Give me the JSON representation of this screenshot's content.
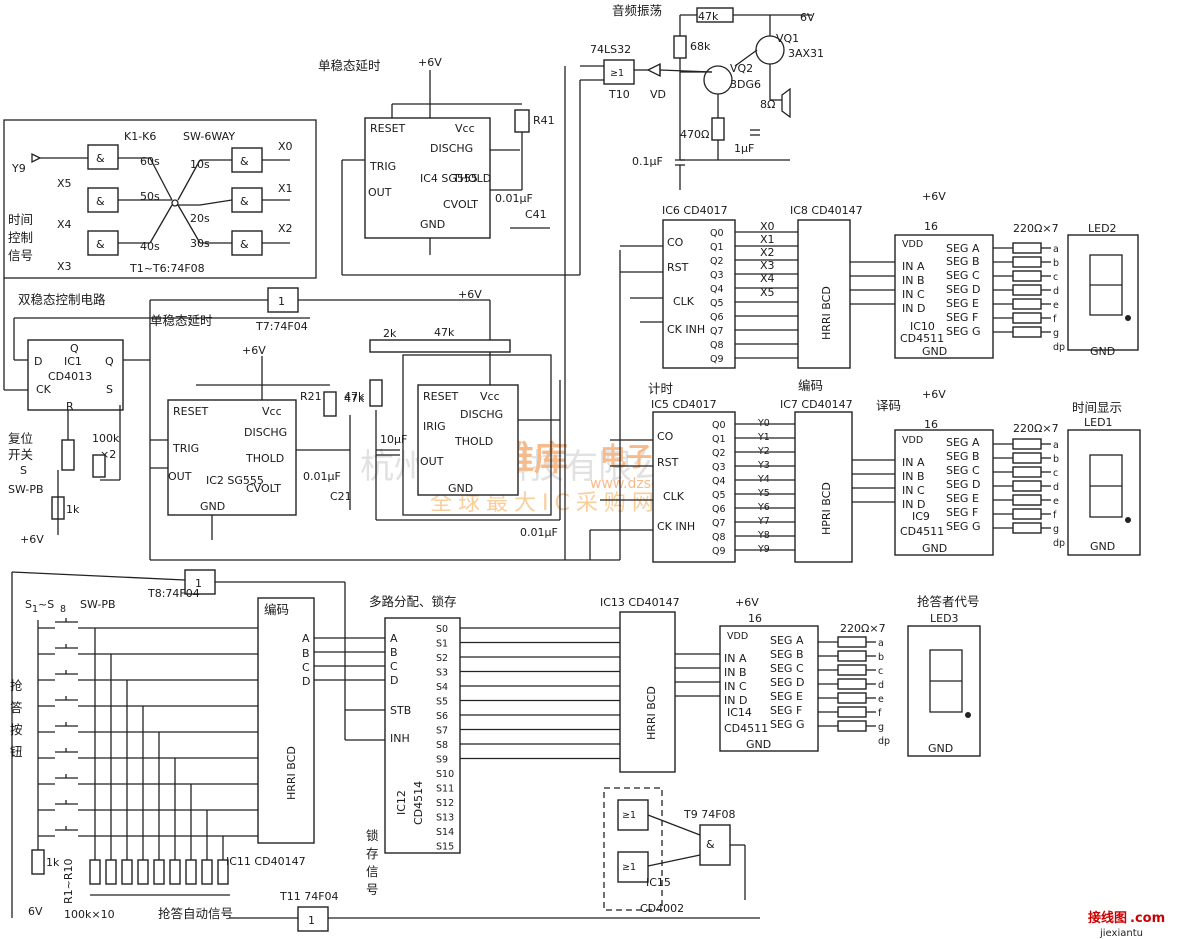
{
  "labels": {
    "audio_osc": "音频振荡",
    "mono_delay_top": "单稳态延时",
    "mono_delay_mid": "单稳态延时",
    "bistable": "双稳态控制电路",
    "time_ctrl": [
      "时间",
      "控制",
      "信号"
    ],
    "reset_sw": [
      "复位",
      "开关",
      "S",
      "SW-PB"
    ],
    "count": "计时",
    "encode": "编码",
    "decode": "译码",
    "time_display": "时间显示",
    "mux_latch": "多路分配、锁存",
    "contest_btns": [
      "抢",
      "答",
      "按",
      "钮"
    ],
    "contestant_code": "抢答者代号",
    "latch_signal": [
      "锁",
      "存",
      "信",
      "号"
    ],
    "auto_signal": "抢答自动信号",
    "s1s8": "S",
    "s1s8_sub": "1",
    "s1s8_mid": "~S",
    "s1s8_sub2": "8",
    "swpb_top": "SW-PB",
    "swpb_bot": "SW-PB",
    "watermark": "杭州将睿科技有限公司",
    "wm_brand": "维库",
    "wm_brand2": "电子市场网",
    "wm_url": "www.dzsc.com",
    "wm_sub": "全球最大IC采购网站",
    "footer_logo": "接线图",
    "footer_url": "jiexiantu",
    "footer_com": ".com"
  },
  "chips": {
    "ic4": {
      "title": "IC4 SG555",
      "pins": [
        "RESET",
        "Vcc",
        "DISCHG",
        "TRIG",
        "THOLD",
        "OUT",
        "CVOLT",
        "GND"
      ]
    },
    "ic2": {
      "title": "IC2 SG555",
      "pins": [
        "RESET",
        "Vcc",
        "DISCHG",
        "TRIG",
        "THOLD",
        "OUT",
        "CVOLT",
        "GND"
      ]
    },
    "ic3": {
      "pins": [
        "RESET",
        "Vcc",
        "DISCHG",
        "IRIG",
        "THOLD",
        "OUT",
        "GND"
      ]
    },
    "ic1": {
      "title": "IC1",
      "sub": "CD4013",
      "pins": [
        "Q",
        "D",
        "Q",
        "CK",
        "R",
        "S"
      ]
    },
    "ic6": {
      "title": "IC6 CD4017",
      "pins": [
        "CO",
        "RST",
        "CLK",
        "CK INH",
        "Q0",
        "Q1",
        "Q2",
        "Q3",
        "Q4",
        "Q5",
        "Q6",
        "Q7",
        "Q8",
        "Q9"
      ]
    },
    "ic8": {
      "title": "IC8 CD40147",
      "body": "HRRI BCD"
    },
    "ic10": {
      "title": "IC10",
      "sub": "CD4511",
      "pins": [
        "VDD",
        "IN A",
        "IN B",
        "IN C",
        "IN D",
        "SEG A",
        "SEG B",
        "SEG C",
        "SEG D",
        "SEG E",
        "SEG F",
        "SEG G",
        "GND"
      ]
    },
    "ic5": {
      "title": "IC5 CD4017",
      "pins": [
        "CO",
        "RST",
        "CLK",
        "CK INH",
        "Q0",
        "Q1",
        "Q2",
        "Q3",
        "Q4",
        "Q5",
        "Q6",
        "Q7",
        "Q8",
        "Q9"
      ]
    },
    "ic7": {
      "title": "IC7 CD40147",
      "body": "HPRI BCD"
    },
    "ic9": {
      "title": "IC9",
      "sub": "CD4511",
      "pins": [
        "VDD",
        "IN A",
        "IN B",
        "IN C",
        "IN D",
        "SEG A",
        "SEG B",
        "SEG C",
        "SEG D",
        "SEG E",
        "SEG F",
        "SEG G",
        "GND"
      ]
    },
    "ic11": {
      "title": "IC11 CD40147",
      "head": "编码",
      "body": "HRRI BCD"
    },
    "ic12": {
      "title": "IC12",
      "sub": "CD4514",
      "pins": [
        "A",
        "B",
        "C",
        "D",
        "STB",
        "INH"
      ]
    },
    "ic13": {
      "title": "IC13 CD40147",
      "body": "HRRI BCD"
    },
    "ic14": {
      "title": "IC14",
      "sub": "CD4511",
      "pins": [
        "VDD",
        "IN A",
        "IN B",
        "IN C",
        "IN D",
        "SEG A",
        "SEG B",
        "SEG C",
        "SEG D",
        "SEG E",
        "SEG F",
        "SEG G",
        "GND"
      ]
    },
    "ic15": {
      "title": "IC15",
      "sub": "CD4002"
    }
  },
  "gates": {
    "t1t6": "T1~T6:74F08",
    "t7": "T7:74F04",
    "t8": "T8:74F04",
    "t9": "T9 74F08",
    "t10": "T10",
    "t10_chip": "74LS32",
    "t11": "T11 74F04",
    "and_sym": "&",
    "or_sym": "≥1",
    "not_sym": "1"
  },
  "components": {
    "vq1": "VQ1",
    "vq1_type": "3AX31",
    "vq2": "VQ2",
    "vq2_type": "3DG6",
    "r47k_top": "47k",
    "r68k": "68k",
    "r470": "470Ω",
    "c1u_top": "1μF",
    "c01u_top": "0.1μF",
    "spk": "8Ω",
    "vd": "VD",
    "r41": "R41",
    "c41": "C41",
    "c4_val": "0.01μF",
    "r21": "R21",
    "r21_val": "47k",
    "c21": "C21",
    "c2_val": "0.01μF",
    "r2k": "2k",
    "r47k_mid": "47k",
    "r47k_mid2": "47k",
    "c10u": "10μF",
    "c001_bot": "0.01μF",
    "r100k": "100k",
    "r100k_x2": "×2",
    "r1k_reset": "1k",
    "r1k_bot": "1k",
    "r_array": "R1~R10",
    "r_array_val": "100k×10",
    "k1k6": "K1-K6",
    "sw6way": "SW-6WAY",
    "res7_1": "220Ω×7",
    "res7_2": "220Ω×7",
    "res7_3": "220Ω×7"
  },
  "power": {
    "v6": "6V",
    "vplus6": "+6V"
  },
  "signals": {
    "x_top": [
      "X0",
      "X1",
      "X2"
    ],
    "x_left": [
      "X5",
      "X4",
      "X3"
    ],
    "times": [
      "60s",
      "50s",
      "40s",
      "10s",
      "20s",
      "30s"
    ],
    "y9": "Y9",
    "ic6_out": [
      "X0",
      "X1",
      "X2",
      "X3",
      "X4",
      "X5"
    ],
    "ic5_out": [
      "Y0",
      "Y1",
      "Y2",
      "Y3",
      "Y4",
      "Y5",
      "Y6",
      "Y7",
      "Y8",
      "Y9"
    ],
    "s_out": [
      "S0",
      "S1",
      "S2",
      "S3",
      "S4",
      "S5",
      "S6",
      "S7",
      "S8",
      "S9",
      "S10",
      "S11",
      "S12",
      "S13",
      "S14",
      "S15"
    ]
  },
  "displays": {
    "led1": "LED1",
    "led2": "LED2",
    "led3": "LED3",
    "segs": [
      "a",
      "b",
      "c",
      "d",
      "e",
      "f",
      "g",
      "dp"
    ],
    "gnd": "GND"
  }
}
